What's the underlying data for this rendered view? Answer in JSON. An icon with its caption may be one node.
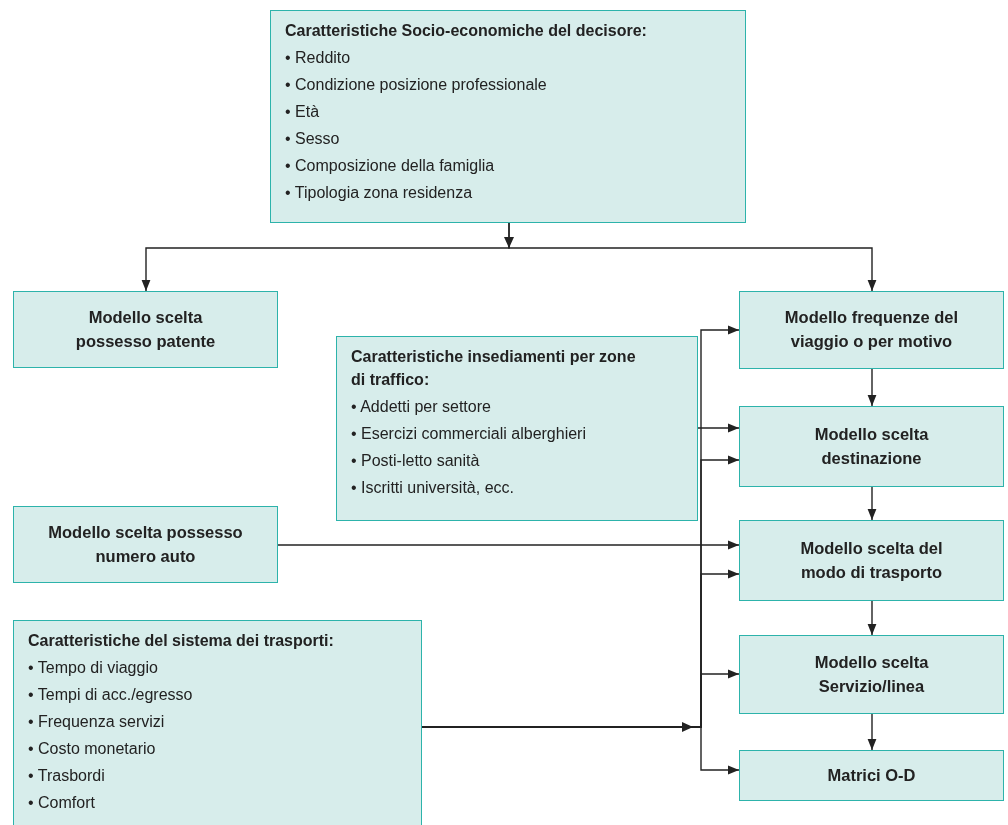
{
  "diagram": {
    "nodes": [
      {
        "text": [
          "Caratteristiche Socio-economiche del decisore:",
          "• Reddito",
          "• Condizione posizione professionale",
          "• Età",
          "• Sesso",
          "• Composizione della famiglia",
          "• Tipologia zona residenza"
        ]
      },
      {
        "text": [
          "Modello scelta possesso patente"
        ]
      },
      {
        "text": [
          "Modello frequenze del viaggio o per motivo"
        ]
      },
      {
        "text": [
          "Caratteristiche insediamenti per zone di traffico:",
          "• Addetti per settore",
          "• Esercizi commerciali alberghieri",
          "• Posti-letto sanità",
          "• Iscritti università, ecc."
        ]
      },
      {
        "text": [
          "Modello scelta destinazione"
        ]
      },
      {
        "text": [
          "Modello scelta possesso numero auto"
        ]
      },
      {
        "text": [
          "Modello scelta del modo di trasporto"
        ]
      },
      {
        "text": [
          "Caratteristiche del sistema dei trasporti:",
          "• Tempo di viaggio",
          "• Tempi di acc./egresso",
          "• Frequenza servizi",
          "• Costo monetario",
          "• Trasbordi",
          "• Comfort"
        ]
      },
      {
        "text": [
          "Modello scelta Servizio/linea"
        ]
      },
      {
        "text": [
          "Matrici O-D"
        ]
      }
    ],
    "edges": [
      {
        "from": 0,
        "to": 1,
        "arrow": "to"
      },
      {
        "from": 0,
        "to": 2,
        "arrow": "to"
      },
      {
        "from": 2,
        "to": 4,
        "arrow": "to"
      },
      {
        "from": 4,
        "to": 6,
        "arrow": "to"
      },
      {
        "from": 6,
        "to": 8,
        "arrow": "to"
      },
      {
        "from": 8,
        "to": 9,
        "arrow": "to"
      },
      {
        "from": 3,
        "to": 4,
        "arrow": "to"
      },
      {
        "from": 5,
        "to": 6,
        "arrow": "to"
      },
      {
        "from": 7,
        "to": 2,
        "arrow": "to"
      },
      {
        "from": 7,
        "to": 4,
        "arrow": "to"
      },
      {
        "from": 7,
        "to": 6,
        "arrow": "to"
      },
      {
        "from": 7,
        "to": 8,
        "arrow": "to"
      },
      {
        "from": 7,
        "to": 9,
        "arrow": "to"
      }
    ]
  }
}
